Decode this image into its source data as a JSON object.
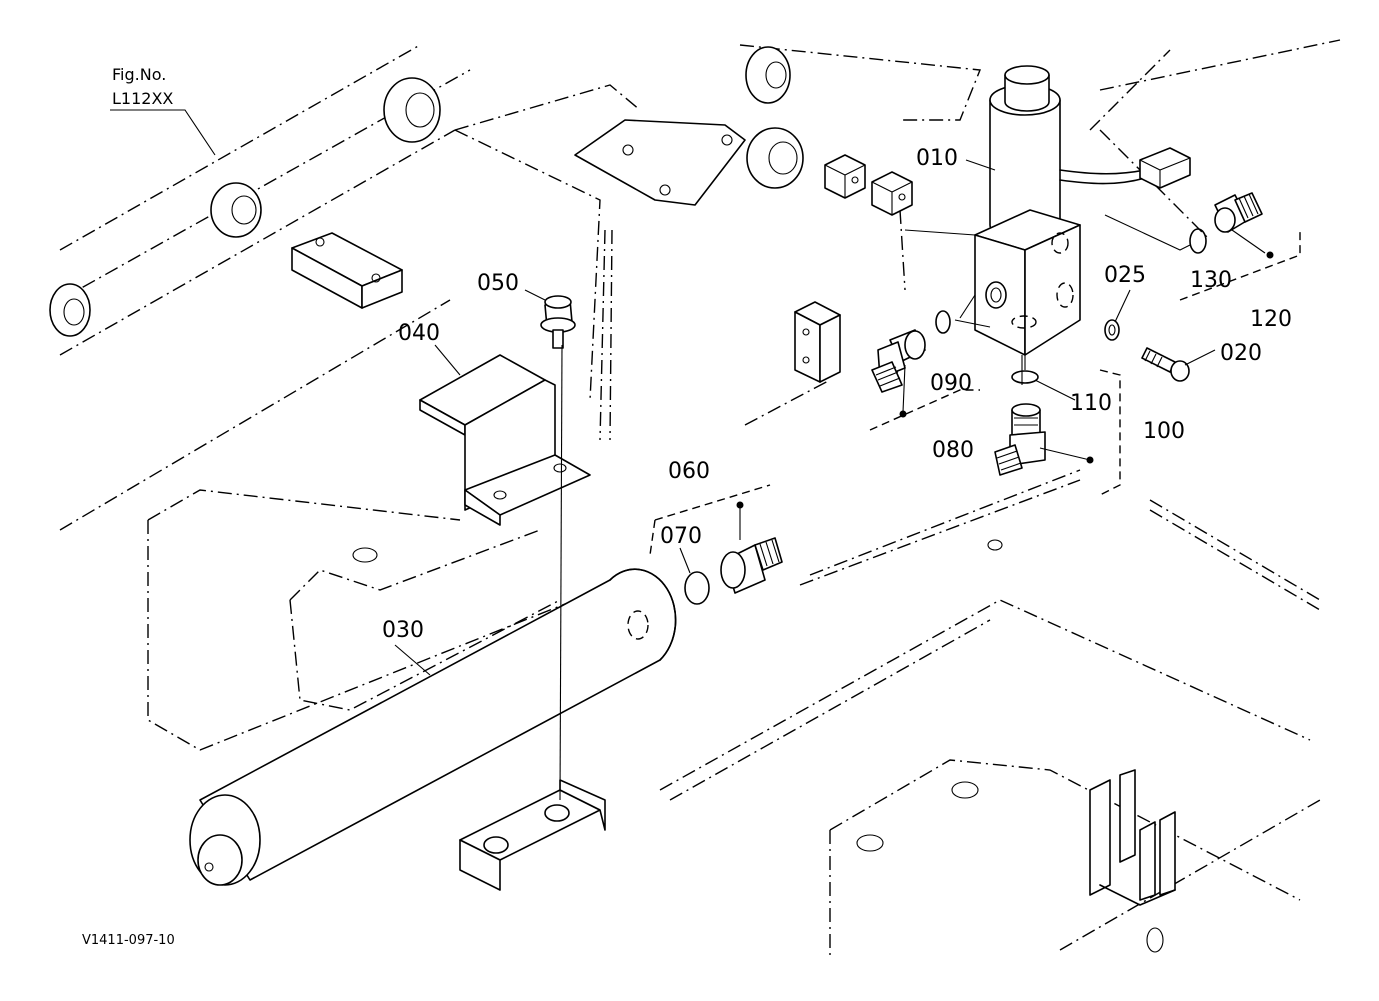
{
  "figure": {
    "fig_no_label": "Fig.No.",
    "fig_no_value": "L112XX",
    "drawing_code": "V1411-097-10"
  },
  "parts": [
    {
      "id": "010"
    },
    {
      "id": "020"
    },
    {
      "id": "025"
    },
    {
      "id": "030"
    },
    {
      "id": "040"
    },
    {
      "id": "050"
    },
    {
      "id": "060"
    },
    {
      "id": "070"
    },
    {
      "id": "080"
    },
    {
      "id": "090"
    },
    {
      "id": "100"
    },
    {
      "id": "110"
    },
    {
      "id": "120"
    },
    {
      "id": "130"
    }
  ]
}
